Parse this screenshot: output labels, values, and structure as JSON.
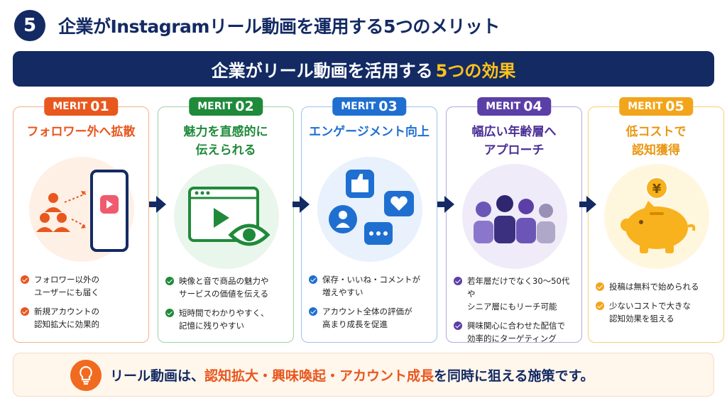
{
  "header": {
    "number": "5",
    "title": "企業がInstagramリール動画を運用する5つのメリット"
  },
  "banner": {
    "text_before": "企業がリール動画を活用する",
    "text_highlight": "5つの効果"
  },
  "colors": {
    "navy": "#132a63",
    "orange": "#e8571e",
    "green": "#1f8a3a",
    "blue": "#1f6fd1",
    "purple": "#5b3fa6",
    "yellow": "#f2a51b",
    "highlight_yellow": "#ffc21a"
  },
  "cards": [
    {
      "label": "MERIT",
      "num": "01",
      "title_lines": [
        "フォロワー外へ拡散"
      ],
      "icon": "phone-share-icon",
      "bullets": [
        [
          "フォロワー以外の",
          "ユーザーにも届く"
        ],
        [
          "新規アカウントの",
          "認知拡大に効果的"
        ]
      ]
    },
    {
      "label": "MERIT",
      "num": "02",
      "title_lines": [
        "魅力を直感的に",
        "伝えられる"
      ],
      "icon": "video-eye-icon",
      "bullets": [
        [
          "映像と音で商品の魅力や",
          "サービスの価値を伝える"
        ],
        [
          "短時間でわかりやすく、",
          "記憶に残りやすい"
        ]
      ]
    },
    {
      "label": "MERIT",
      "num": "03",
      "title_lines": [
        "エンゲージメント向上"
      ],
      "icon": "engagement-icon",
      "bullets": [
        [
          "保存・いいね・コメントが",
          "増えやすい"
        ],
        [
          "アカウント全体の評価が",
          "高まり成長を促進"
        ]
      ]
    },
    {
      "label": "MERIT",
      "num": "04",
      "title_lines": [
        "幅広い年齢層へ",
        "アプローチ"
      ],
      "icon": "people-icon",
      "bullets": [
        [
          "若年層だけでなく30〜50代や",
          "シニア層にもリーチ可能"
        ],
        [
          "興味関心に合わせた配信で",
          "効率的にターゲティング"
        ]
      ]
    },
    {
      "label": "MERIT",
      "num": "05",
      "title_lines": [
        "低コストで",
        "認知獲得"
      ],
      "icon": "piggy-bank-icon",
      "coin": "¥",
      "bullets": [
        [
          "投稿は無料で始められる"
        ],
        [
          "少ないコストで大きな",
          "認知効果を狙える"
        ]
      ]
    }
  ],
  "summary": {
    "before": "リール動画は、",
    "highlight": "認知拡大・興味喚起・アカウント成長",
    "after": "を同時に狙える施策です。"
  }
}
